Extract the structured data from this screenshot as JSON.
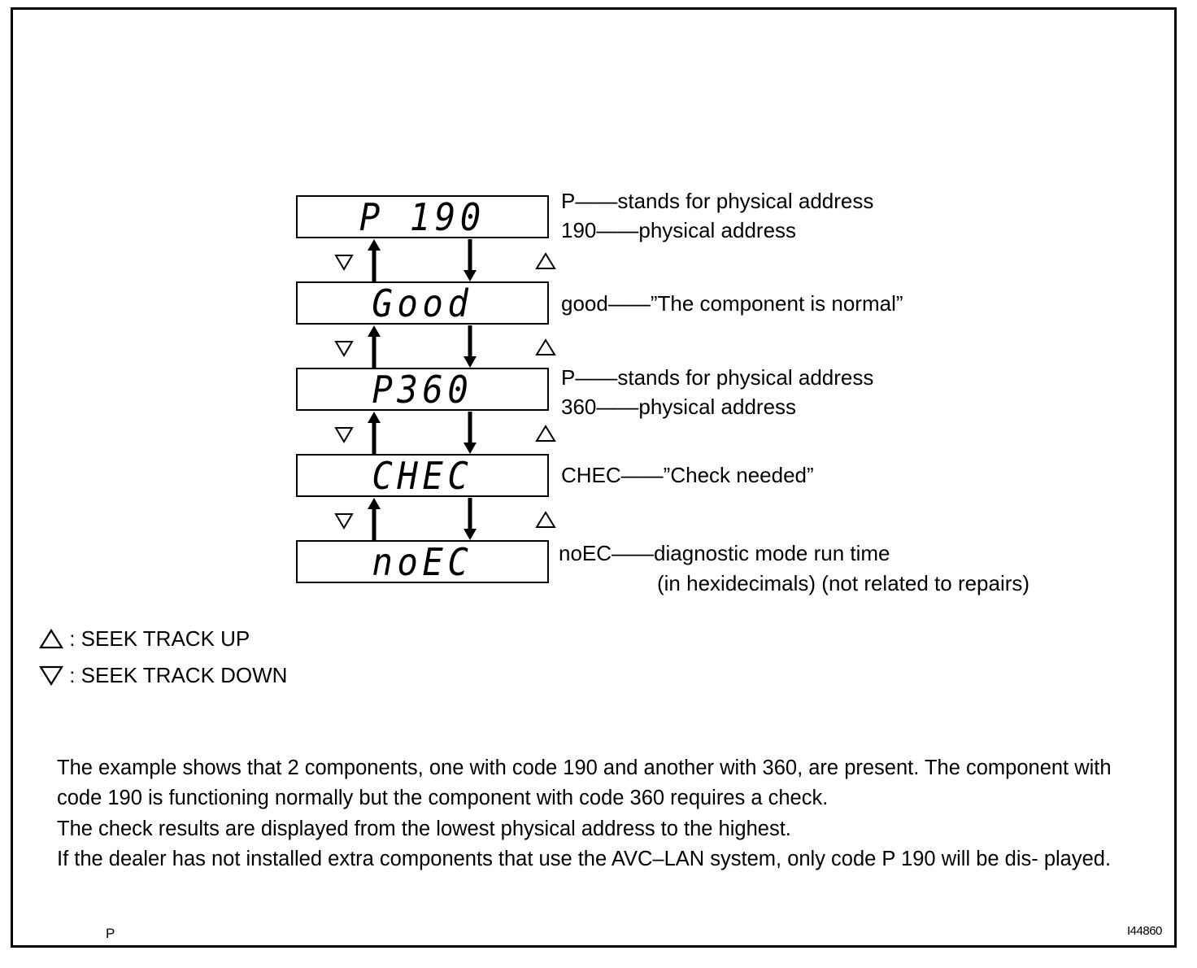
{
  "displays": [
    {
      "text": "P 190",
      "notes": [
        "P——stands for physical address",
        "190——physical address"
      ]
    },
    {
      "text": "Good",
      "notes": [
        "good——”The component is normal”"
      ]
    },
    {
      "text": "P360",
      "notes": [
        "P——stands for physical address",
        "360——physical address"
      ]
    },
    {
      "text": "CHEC",
      "notes": [
        "CHEC——”Check needed”"
      ]
    },
    {
      "text": "noEC",
      "notes": [
        "noEC——diagnostic mode run time",
        "(in hexidecimals) (not related to repairs)"
      ]
    }
  ],
  "legend": {
    "up": " : SEEK TRACK UP",
    "down": " : SEEK TRACK DOWN"
  },
  "paragraphs": [
    "The example shows that 2 components, one with code 190 and another with 360, are present. The component with code 190 is functioning normally but the component with code 360 requires a check.",
    "The check results are displayed from the lowest physical address to the highest.",
    "If the dealer has not installed extra components that use the AVC–LAN system, only code P 190 will be dis- played."
  ],
  "footer": {
    "left": "P",
    "right": "I44860"
  }
}
